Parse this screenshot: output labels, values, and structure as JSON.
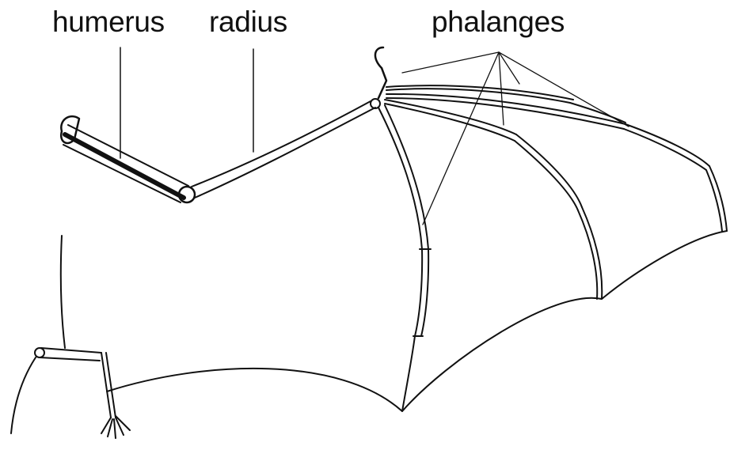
{
  "labels": {
    "humerus": "humerus",
    "radius": "radius",
    "phalanges": "phalanges"
  },
  "colors": {
    "ink": "#111111",
    "background": "#ffffff"
  }
}
